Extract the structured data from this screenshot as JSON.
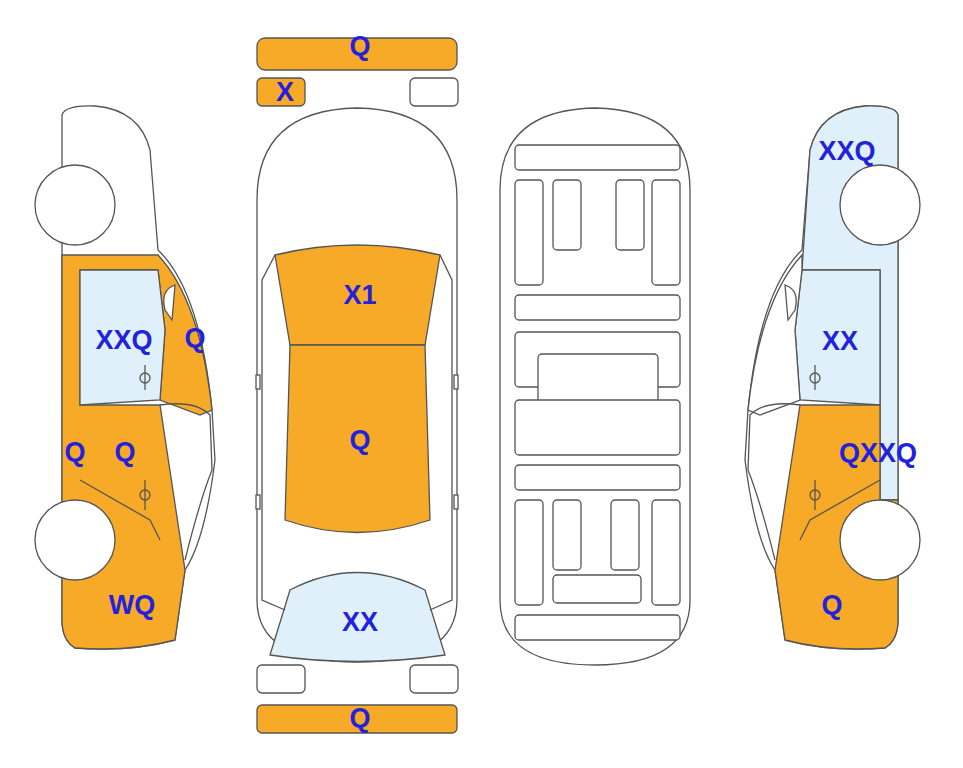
{
  "diagram": {
    "nodes": [
      {
        "text": [
          "Q"
        ]
      },
      {
        "text": [
          "X"
        ]
      },
      {
        "text": [
          "XXQ"
        ]
      },
      {
        "text": [
          "X1"
        ]
      },
      {
        "text": [
          "XXQ"
        ]
      },
      {
        "text": [
          "Q"
        ]
      },
      {
        "text": [
          "XX"
        ]
      },
      {
        "text": [
          "Q"
        ]
      },
      {
        "text": [
          "Q"
        ]
      },
      {
        "text": [
          "Q"
        ]
      },
      {
        "text": [
          "QXXQ"
        ]
      },
      {
        "text": [
          "WQ"
        ]
      },
      {
        "text": [
          "Q"
        ]
      },
      {
        "text": [
          "XX"
        ]
      },
      {
        "text": [
          "Q"
        ]
      }
    ]
  }
}
